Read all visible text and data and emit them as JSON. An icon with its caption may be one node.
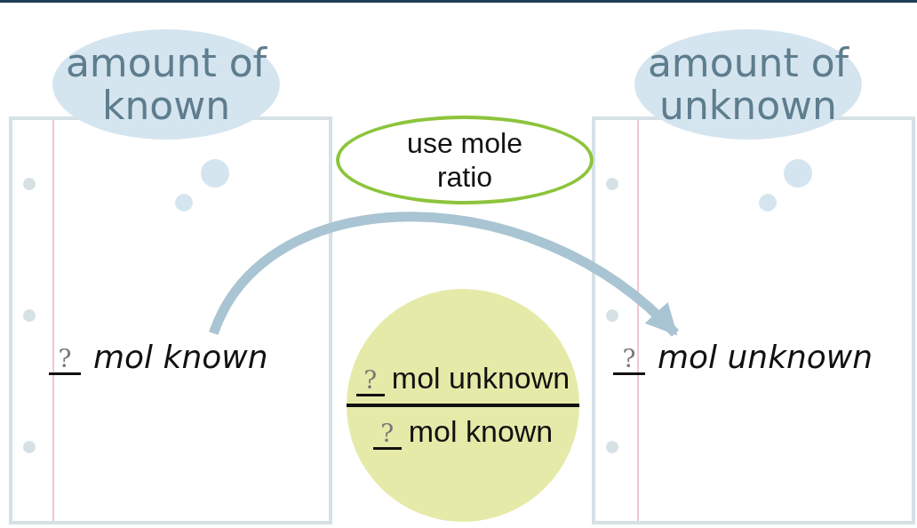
{
  "diagram": {
    "nodes": [
      {
        "text": [
          "amount of known"
        ]
      },
      {
        "text": [
          "?",
          "mol known"
        ]
      },
      {
        "text": [
          "use mole ratio"
        ]
      },
      {
        "text": [
          "?",
          "mol unknown",
          "?",
          "mol known"
        ]
      },
      {
        "text": [
          "amount of unknown"
        ]
      },
      {
        "text": [
          "?",
          "mol unknown"
        ]
      }
    ],
    "edges": [
      {
        "from": 1,
        "to": 5,
        "arrow": "to"
      }
    ]
  }
}
